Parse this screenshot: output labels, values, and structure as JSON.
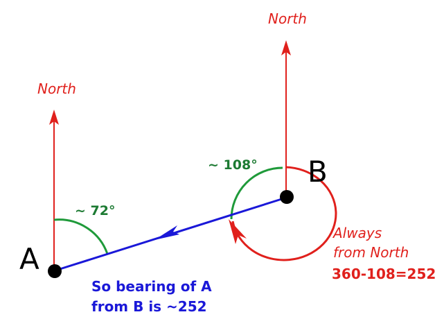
{
  "labels": {
    "north_a": "North",
    "north_b": "North",
    "point_a": "A",
    "point_b": "B",
    "angle_a": "~ 72°",
    "angle_b": "~ 108°",
    "always_line1": "Always",
    "always_line2": "from North",
    "calculation": "360-108=252",
    "conclusion_line1": "So bearing of A",
    "conclusion_line2": "from B is ~252"
  },
  "angles_deg": {
    "at_a": 72,
    "at_b": 108,
    "bearing_a_from_b": 252
  },
  "colors": {
    "north_arrow": "#e0201c",
    "line_ab": "#1a18d8",
    "angle_arc": "#1f9a3a",
    "bearing_circle": "#e0201c",
    "points": "#000000"
  }
}
